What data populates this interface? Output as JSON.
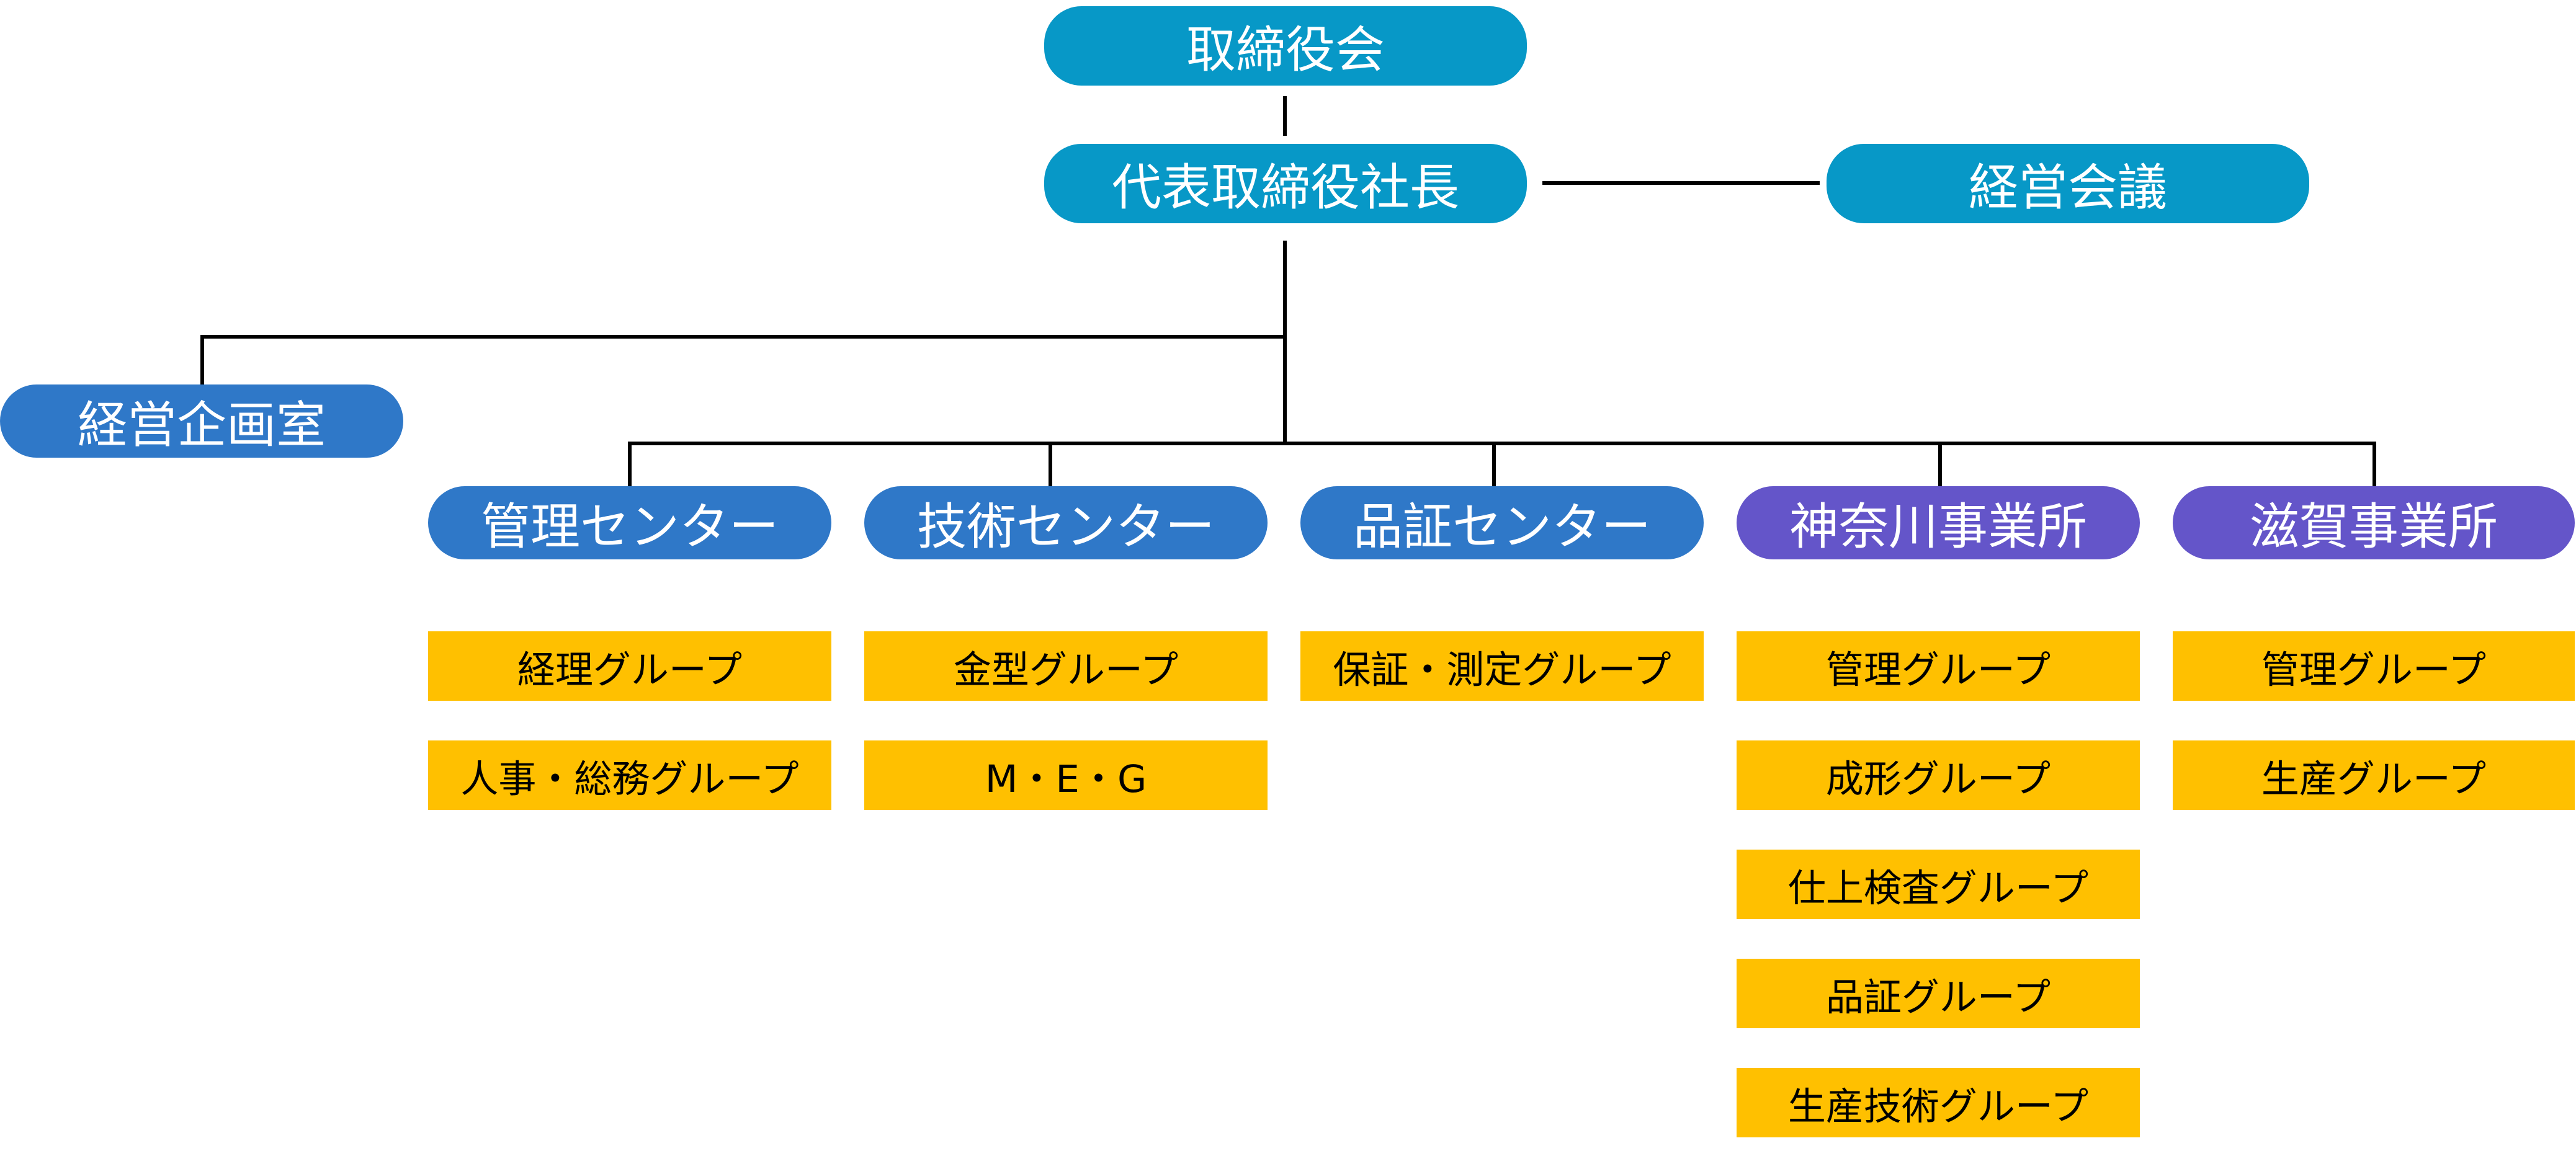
{
  "colors": {
    "executive": "#0798c7",
    "center": "#2f78c8",
    "office": "#6455c9",
    "group": "#ffc000",
    "connector": "#000000"
  },
  "board": {
    "label": "取締役会"
  },
  "president": {
    "label": "代表取締役社長"
  },
  "management_meeting": {
    "label": "経営会議"
  },
  "planning_office": {
    "label": "経営企画室"
  },
  "divisions": [
    {
      "label": "管理センター",
      "kind": "center",
      "groups": [
        "経理グループ",
        "人事・総務グループ"
      ]
    },
    {
      "label": "技術センター",
      "kind": "center",
      "groups": [
        "金型グループ",
        "M・E・G"
      ]
    },
    {
      "label": "品証センター",
      "kind": "center",
      "groups": [
        "保証・測定グループ"
      ]
    },
    {
      "label": "神奈川事業所",
      "kind": "office",
      "groups": [
        "管理グループ",
        "成形グループ",
        "仕上検査グループ",
        "品証グループ",
        "生産技術グループ"
      ]
    },
    {
      "label": "滋賀事業所",
      "kind": "office",
      "groups": [
        "管理グループ",
        "生産グループ"
      ]
    }
  ]
}
